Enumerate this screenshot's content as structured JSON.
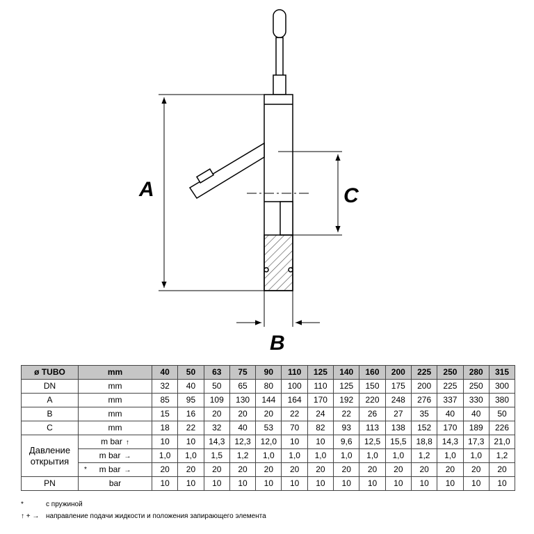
{
  "diagram": {
    "labels": {
      "a": "A",
      "b": "B",
      "c": "C"
    }
  },
  "table": {
    "header": [
      "ø TUBO",
      "mm",
      "40",
      "50",
      "63",
      "75",
      "90",
      "110",
      "125",
      "140",
      "160",
      "200",
      "225",
      "250",
      "280",
      "315"
    ],
    "rows": [
      {
        "label": "DN",
        "unit": "mm",
        "values": [
          "32",
          "40",
          "50",
          "65",
          "80",
          "100",
          "110",
          "125",
          "150",
          "175",
          "200",
          "225",
          "250",
          "300"
        ]
      },
      {
        "label": "A",
        "unit": "mm",
        "values": [
          "85",
          "95",
          "109",
          "130",
          "144",
          "164",
          "170",
          "192",
          "220",
          "248",
          "276",
          "337",
          "330",
          "380"
        ]
      },
      {
        "label": "B",
        "unit": "mm",
        "values": [
          "15",
          "16",
          "20",
          "20",
          "20",
          "22",
          "24",
          "22",
          "26",
          "27",
          "35",
          "40",
          "40",
          "50"
        ]
      },
      {
        "label": "C",
        "unit": "mm",
        "values": [
          "18",
          "22",
          "32",
          "40",
          "53",
          "70",
          "82",
          "93",
          "113",
          "138",
          "152",
          "170",
          "189",
          "226"
        ]
      }
    ],
    "pressure_group": {
      "label_line1": "Давление",
      "label_line2": "открытия",
      "rows": [
        {
          "mark": "",
          "unit": "m bar",
          "dir": "↑",
          "values": [
            "10",
            "10",
            "14,3",
            "12,3",
            "12,0",
            "10",
            "10",
            "9,6",
            "12,5",
            "15,5",
            "18,8",
            "14,3",
            "17,3",
            "21,0"
          ]
        },
        {
          "mark": "",
          "unit": "m bar",
          "dir": "→",
          "values": [
            "1,0",
            "1,0",
            "1,5",
            "1,2",
            "1,0",
            "1,0",
            "1,0",
            "1,0",
            "1,0",
            "1,0",
            "1,2",
            "1,0",
            "1,0",
            "1,2"
          ]
        },
        {
          "mark": "*",
          "unit": "m bar",
          "dir": "→",
          "values": [
            "20",
            "20",
            "20",
            "20",
            "20",
            "20",
            "20",
            "20",
            "20",
            "20",
            "20",
            "20",
            "20",
            "20"
          ]
        }
      ]
    },
    "pn_row": {
      "label": "PN",
      "unit": "bar",
      "values": [
        "10",
        "10",
        "10",
        "10",
        "10",
        "10",
        "10",
        "10",
        "10",
        "10",
        "10",
        "10",
        "10",
        "10"
      ]
    }
  },
  "notes": {
    "spring": {
      "mark": "*",
      "text": "с пружиной"
    },
    "direction": {
      "mark": "↑ + →",
      "text": "направление подачи жидкости и положения запирающего элемента"
    }
  }
}
